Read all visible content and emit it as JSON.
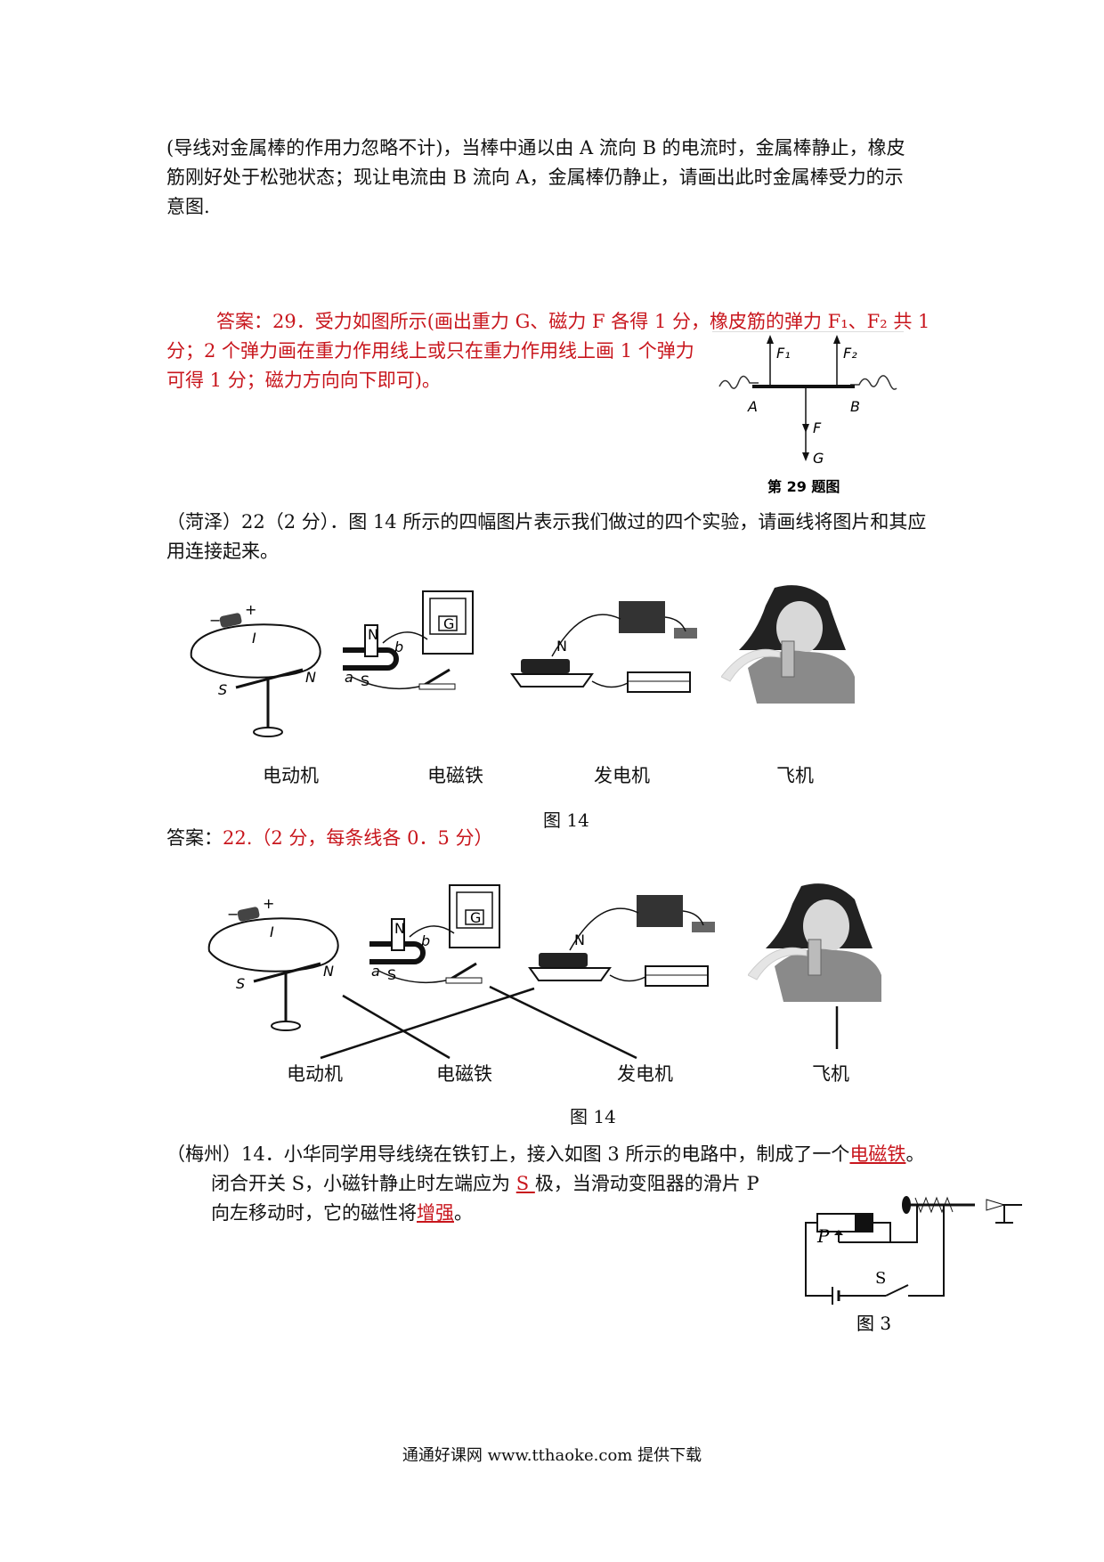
{
  "q29": {
    "line1": "(导线对金属棒的作用力忽略不计)，当棒中通以由 A 流向 B 的电流时，金属棒静止，橡皮",
    "line2": "筋刚好处于松弛状态；现让电流由 B 流向 A，金属棒仍静止，请画出此时金属棒受力的示",
    "line3": "意图."
  },
  "ans29": {
    "line1": "答案：29．受力如图所示(画出重力 G、磁力 F 各得 1 分，橡皮筋的弹力 F₁、F₂ 共 1",
    "line2": "分；2 个弹力画在重力作用线上或只在重力作用线上画 1 个弹力",
    "line3": "可得 1 分；磁力方向向下即可)。",
    "fig": {
      "F1": "F₁",
      "F2": "F₂",
      "A": "A",
      "B": "B",
      "F": "F",
      "G": "G",
      "caption": "第 29 题图"
    }
  },
  "q22": {
    "line1": "（菏泽）22（2 分）．图 14 所示的四幅图片表示我们做过的四个实验，请画线将图片和其应",
    "line2": "用连接起来。",
    "apps": [
      "电动机",
      "电磁铁",
      "发电机",
      "飞机"
    ],
    "caption": "图 14",
    "img_labels": {
      "plus": "+",
      "minus": "−",
      "I": "I",
      "S": "S",
      "N": "N",
      "a": "a",
      "b": "b",
      "G": "G"
    }
  },
  "ans22": {
    "prefix": "答案：",
    "text": "22.（2 分，每条线各 0．5 分）",
    "apps": [
      "电动机",
      "电磁铁",
      "发电机",
      "飞机"
    ],
    "caption": "图 14"
  },
  "q14": {
    "line1a": "（梅州）14．小华同学用导线绕在铁钉上，接入如图 3 所示的电路中，制成了一个",
    "blank1": "电磁铁",
    "line1b": "。",
    "line2a": "闭合开关 S，小磁针静止时左端应为 ",
    "blank2": "S ",
    "line2b": "极，当滑动变阻器的滑片 P",
    "line3a": "向左移动时，它的磁性将",
    "blank3": "增强",
    "line3b": "。",
    "fig": {
      "P": "P",
      "S": "S",
      "caption": "图 3"
    }
  },
  "footer": "通通好课网  www.tthaoke.com  提供下载"
}
